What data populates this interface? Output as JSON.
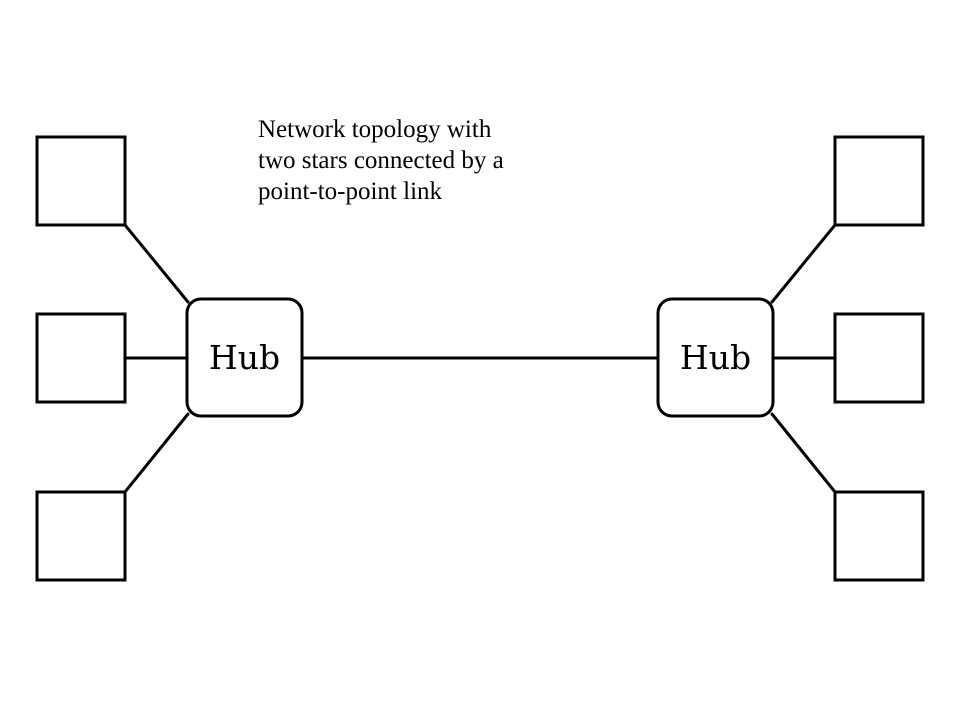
{
  "caption": {
    "lines": [
      "Network topology with",
      "two stars connected by a",
      "point-to-point link"
    ]
  },
  "hubs": [
    {
      "label": "Hub"
    },
    {
      "label": "Hub"
    }
  ],
  "colors": {
    "stroke": "#000000",
    "background": "#ffffff"
  }
}
